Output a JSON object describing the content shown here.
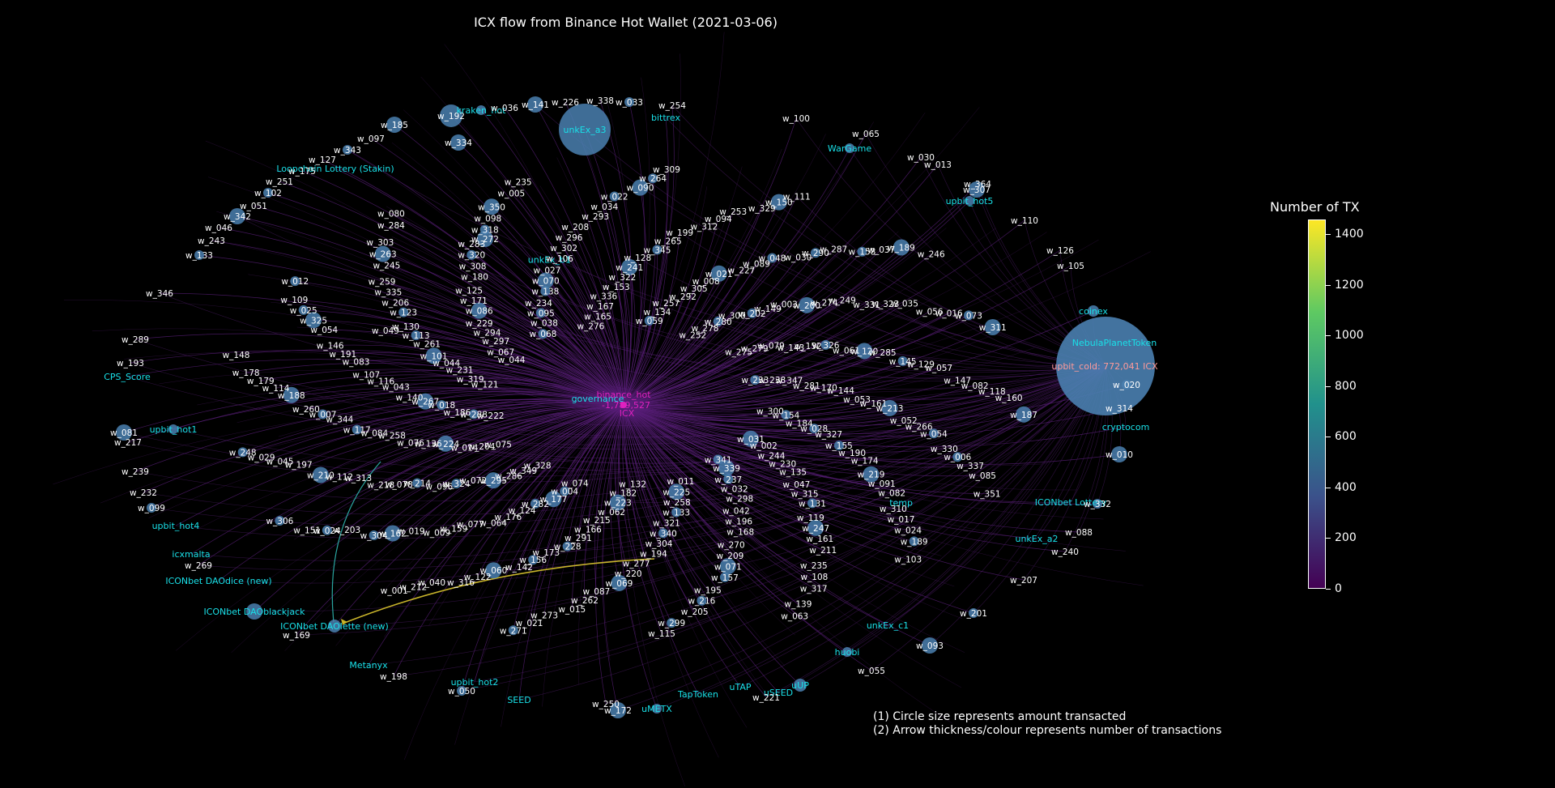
{
  "title": "ICX flow from Binance Hot Wallet (2021-03-06)",
  "colorbar": {
    "title": "Number of TX",
    "ticks": [
      "1400",
      "1200",
      "1000",
      "800",
      "600",
      "400",
      "200",
      "0"
    ],
    "gradient": [
      "#440154",
      "#3b528b",
      "#21918c",
      "#5ec962",
      "#fde725"
    ]
  },
  "legend": [
    "(1) Circle size represents amount transacted",
    "(2) Arrow thickness/colour represents number of transactions"
  ],
  "colors": {
    "edge": "#5a1f7a",
    "node": "#4a80b0",
    "named_label": "#19e0e8",
    "wallet_label": "#ffffff",
    "hub_label": "#e020c0",
    "cold_label": "#ff9a9a",
    "hot_edge": "#c8b42a",
    "teal_edge": "#2aa6a0"
  },
  "hub": {
    "name": "binance_hot",
    "amount": "-1,789,527",
    "unit": "ICX",
    "overlay": "governance"
  },
  "cold": {
    "name": "upbit_cold: 772,041 ICX",
    "overlay": "NebulaPlanetToken"
  },
  "nodes": [
    {
      "t": "unkEx_a3",
      "c": 1
    },
    {
      "t": "bittrex",
      "c": 1
    },
    {
      "t": "w_254"
    },
    {
      "t": "w_100"
    },
    {
      "t": "w_065"
    },
    {
      "t": "WarGame",
      "c": 1
    },
    {
      "t": "w_030"
    },
    {
      "t": "w_013"
    },
    {
      "t": "w_364"
    },
    {
      "t": "w_307"
    },
    {
      "t": "upbit_hot5",
      "c": 1
    },
    {
      "t": "w_110"
    },
    {
      "t": "w_126"
    },
    {
      "t": "w_105"
    },
    {
      "t": "coinex",
      "c": 1
    },
    {
      "t": "w_020"
    },
    {
      "t": "w_314"
    },
    {
      "t": "cryptocom",
      "c": 1
    },
    {
      "t": "w_010"
    },
    {
      "t": "ICONbet Lottery",
      "c": 1
    },
    {
      "t": "w_332"
    },
    {
      "t": "w_088"
    },
    {
      "t": "unkEx_a2",
      "c": 1
    },
    {
      "t": "w_240"
    },
    {
      "t": "w_207"
    },
    {
      "t": "w_201"
    },
    {
      "t": "unkEx_c1",
      "c": 1
    },
    {
      "t": "w_093"
    },
    {
      "t": "huobi",
      "c": 1
    },
    {
      "t": "w_055"
    },
    {
      "t": "uUP",
      "c": 1
    },
    {
      "t": "uSEED",
      "c": 1
    },
    {
      "t": "w_221"
    },
    {
      "t": "uTAP",
      "c": 1
    },
    {
      "t": "TapToken",
      "c": 1
    },
    {
      "t": "uMETX",
      "c": 1
    },
    {
      "t": "w_172"
    },
    {
      "t": "w_250"
    },
    {
      "t": "SEED",
      "c": 1
    },
    {
      "t": "upbit_hot2",
      "c": 1
    },
    {
      "t": "w_050"
    },
    {
      "t": "Metanyx",
      "c": 1
    },
    {
      "t": "w_198"
    },
    {
      "t": "ICONbet DAOlette (new)",
      "c": 1
    },
    {
      "t": "w_169"
    },
    {
      "t": "ICONbet DAOblackjack",
      "c": 1
    },
    {
      "t": "ICONbet DAOdice (new)",
      "c": 1
    },
    {
      "t": "w_269"
    },
    {
      "t": "icxmalta",
      "c": 1
    },
    {
      "t": "upbit_hot4",
      "c": 1
    },
    {
      "t": "w_099"
    },
    {
      "t": "w_232"
    },
    {
      "t": "w_239"
    },
    {
      "t": "w_217"
    },
    {
      "t": "w_081"
    },
    {
      "t": "upbit_hot1",
      "c": 1
    },
    {
      "t": "CPS_Score",
      "c": 1
    },
    {
      "t": "w_193"
    },
    {
      "t": "w_289"
    },
    {
      "t": "w_346"
    },
    {
      "t": "w_133"
    },
    {
      "t": "w_243"
    },
    {
      "t": "w_046"
    },
    {
      "t": "w_342"
    },
    {
      "t": "w_051"
    },
    {
      "t": "w_102"
    },
    {
      "t": "w_251"
    },
    {
      "t": "Loopchain Lottery (Stakin)",
      "c": 1
    },
    {
      "t": "w_175"
    },
    {
      "t": "w_127"
    },
    {
      "t": "w_343"
    },
    {
      "t": "w_097"
    },
    {
      "t": "w_185"
    },
    {
      "t": "w_192"
    },
    {
      "t": "w_334"
    },
    {
      "t": "kraken_hot",
      "c": 1
    },
    {
      "t": "w_036"
    },
    {
      "t": "w_141"
    },
    {
      "t": "w_226"
    },
    {
      "t": "w_338"
    },
    {
      "t": "w_033"
    },
    {
      "t": "w_272"
    },
    {
      "t": "w_049"
    },
    {
      "t": "unkEx_b1",
      "c": 1
    },
    {
      "t": "temp",
      "c": 1
    },
    {
      "t": "w_248"
    },
    {
      "t": "w_300"
    },
    {
      "t": "w_194"
    },
    {
      "t": "w_259"
    },
    {
      "t": "w_160"
    },
    {
      "t": "w_295"
    },
    {
      "t": "w_128"
    },
    {
      "t": "w_211"
    },
    {
      "t": "w_178"
    },
    {
      "t": "w_079"
    },
    {
      "t": "w_228"
    },
    {
      "t": "w_283"
    },
    {
      "t": "w_085"
    },
    {
      "t": "w_014"
    },
    {
      "t": "w_021"
    },
    {
      "t": "w_157"
    },
    {
      "t": "w_109"
    },
    {
      "t": "w_347"
    },
    {
      "t": "w_064"
    },
    {
      "t": "w_208"
    },
    {
      "t": "w_189"
    },
    {
      "t": "w_186"
    },
    {
      "t": "w_003"
    },
    {
      "t": "w_069"
    },
    {
      "t": "w_303"
    },
    {
      "t": "w_154"
    },
    {
      "t": "w_096"
    },
    {
      "t": "w_199"
    },
    {
      "t": "w_317"
    },
    {
      "t": "w_319"
    },
    {
      "t": "w_326"
    },
    {
      "t": "w_142"
    },
    {
      "t": "w_350"
    },
    {
      "t": "w_002"
    },
    {
      "t": "w_076"
    },
    {
      "t": "w_048"
    },
    {
      "t": "w_205"
    },
    {
      "t": "w_067"
    },
    {
      "t": "w_144"
    },
    {
      "t": "w_009"
    },
    {
      "t": "w_022"
    },
    {
      "t": "w_339"
    },
    {
      "t": "w_140"
    },
    {
      "t": "w_249"
    },
    {
      "t": "w_015"
    },
    {
      "t": "w_068"
    },
    {
      "t": "w_327"
    },
    {
      "t": "w_218"
    },
    {
      "t": "w_253"
    },
    {
      "t": "w_011"
    },
    {
      "t": "w_101"
    },
    {
      "t": "w_285"
    },
    {
      "t": "w_316"
    },
    {
      "t": "w_276"
    },
    {
      "t": "w_135"
    },
    {
      "t": "w_117"
    },
    {
      "t": "w_287"
    },
    {
      "t": "w_132"
    },
    {
      "t": "w_229"
    },
    {
      "t": "w_213"
    },
    {
      "t": "w_304"
    },
    {
      "t": "w_309"
    },
    {
      "t": "w_298"
    },
    {
      "t": "w_107"
    },
    {
      "t": "w_035"
    },
    {
      "t": "w_271"
    },
    {
      "t": "w_234"
    },
    {
      "t": "w_174"
    },
    {
      "t": "w_210"
    },
    {
      "t": "w_111"
    },
    {
      "t": "w_133"
    },
    {
      "t": "w_130"
    },
    {
      "t": "w_057"
    },
    {
      "t": "w_001"
    },
    {
      "t": "w_336"
    },
    {
      "t": "w_131"
    },
    {
      "t": "w_260"
    },
    {
      "t": "w_189"
    },
    {
      "t": "w_062"
    },
    {
      "t": "w_125"
    },
    {
      "t": "w_054"
    },
    {
      "t": "w_151"
    },
    {
      "t": "w_257"
    },
    {
      "t": "w_168"
    },
    {
      "t": "w_146"
    },
    {
      "t": "w_073"
    },
    {
      "t": "w_177"
    },
    {
      "t": "w_027"
    },
    {
      "t": "w_082"
    },
    {
      "t": "w_029"
    },
    {
      "t": "w_280"
    },
    {
      "t": "w_304"
    },
    {
      "t": "w_335"
    },
    {
      "t": "w_118"
    },
    {
      "t": "w_286"
    },
    {
      "t": "w_241"
    },
    {
      "t": "w_161"
    },
    {
      "t": "w_179"
    },
    {
      "t": "w_279"
    },
    {
      "t": "w_291"
    },
    {
      "t": "w_320"
    },
    {
      "t": "w_337"
    },
    {
      "t": "w_204"
    },
    {
      "t": "w_008"
    },
    {
      "t": "w_071"
    },
    {
      "t": "w_025"
    },
    {
      "t": "w_238"
    },
    {
      "t": "w_176"
    },
    {
      "t": "w_296"
    },
    {
      "t": "w_024"
    },
    {
      "t": "w_288"
    },
    {
      "t": "w_149"
    },
    {
      "t": "w_220"
    },
    {
      "t": "w_263"
    },
    {
      "t": "w_300"
    },
    {
      "t": "w_324"
    },
    {
      "t": "w_265"
    },
    {
      "t": "w_108"
    },
    {
      "t": "w_121"
    },
    {
      "t": "w_152"
    },
    {
      "t": "w_156"
    },
    {
      "t": "w_098"
    },
    {
      "t": "w_031"
    },
    {
      "t": "w_136"
    },
    {
      "t": "w_089"
    },
    {
      "t": "w_216"
    },
    {
      "t": "w_044"
    },
    {
      "t": "w_170"
    },
    {
      "t": "w_159"
    },
    {
      "t": "w_034"
    },
    {
      "t": "w_341"
    },
    {
      "t": "w_267"
    },
    {
      "t": "w_274"
    },
    {
      "t": "w_262"
    },
    {
      "t": "w_080"
    },
    {
      "t": "w_028"
    },
    {
      "t": "w_078"
    },
    {
      "t": "w_094"
    },
    {
      "t": "w_063"
    },
    {
      "t": "w_044"
    },
    {
      "t": "w_120"
    },
    {
      "t": "w_122"
    },
    {
      "t": "w_235"
    },
    {
      "t": "w_230"
    },
    {
      "t": "w_084"
    },
    {
      "t": "w_290"
    },
    {
      "t": "w_115"
    },
    {
      "t": "w_294"
    },
    {
      "t": "w_161"
    },
    {
      "t": "w_162"
    },
    {
      "t": "w_264"
    },
    {
      "t": "w_032"
    },
    {
      "t": "w_116"
    },
    {
      "t": "w_323"
    },
    {
      "t": "w_021"
    },
    {
      "t": "w_095"
    },
    {
      "t": "w_190"
    },
    {
      "t": "w_112"
    },
    {
      "t": "w_150"
    },
    {
      "t": "w_258"
    },
    {
      "t": "w_113"
    },
    {
      "t": "w_129"
    },
    {
      "t": "w_212"
    },
    {
      "t": "w_167"
    },
    {
      "t": "w_315"
    },
    {
      "t": "w_007"
    },
    {
      "t": "w_037"
    },
    {
      "t": "w_223"
    },
    {
      "t": "w_171"
    },
    {
      "t": "w_266"
    },
    {
      "t": "w_024"
    },
    {
      "t": "w_134"
    },
    {
      "t": "w_196"
    },
    {
      "t": "w_191"
    },
    {
      "t": "w_016"
    },
    {
      "t": "w_004"
    },
    {
      "t": "w_070"
    },
    {
      "t": "w_091"
    },
    {
      "t": "w_045"
    },
    {
      "t": "w_278"
    },
    {
      "t": "w_340"
    },
    {
      "t": "w_206"
    },
    {
      "t": "w_082"
    },
    {
      "t": "w_349"
    },
    {
      "t": "w_322"
    },
    {
      "t": "w_247"
    },
    {
      "t": "w_114"
    },
    {
      "t": "w_275"
    },
    {
      "t": "w_166"
    },
    {
      "t": "w_308"
    },
    {
      "t": "w_006"
    },
    {
      "t": "w_075"
    },
    {
      "t": "w_305"
    },
    {
      "t": "w_209"
    },
    {
      "t": "w_325"
    },
    {
      "t": "w_233"
    },
    {
      "t": "w_124"
    },
    {
      "t": "w_302"
    },
    {
      "t": "w_017"
    },
    {
      "t": "w_222"
    },
    {
      "t": "w_202"
    },
    {
      "t": "w_277"
    },
    {
      "t": "w_245"
    },
    {
      "t": "w_187"
    },
    {
      "t": "w_072"
    },
    {
      "t": "w_345"
    },
    {
      "t": "w_235"
    },
    {
      "t": "w_148"
    },
    {
      "t": "w_143"
    },
    {
      "t": "w_173"
    },
    {
      "t": "w_318"
    },
    {
      "t": "w_351"
    },
    {
      "t": "w_224"
    },
    {
      "t": "w_227"
    },
    {
      "t": "w_195"
    },
    {
      "t": "w_012"
    },
    {
      "t": "w_281"
    },
    {
      "t": "w_077"
    },
    {
      "t": "w_293"
    },
    {
      "t": "w_103"
    },
    {
      "t": "w_018"
    },
    {
      "t": "w_200"
    },
    {
      "t": "w_087"
    },
    {
      "t": "w_284"
    },
    {
      "t": "w_184"
    },
    {
      "t": "w_214"
    },
    {
      "t": "w_312"
    },
    {
      "t": "w_139"
    },
    {
      "t": "w_231"
    },
    {
      "t": "w_061"
    },
    {
      "t": "w_060"
    },
    {
      "t": "w_005"
    },
    {
      "t": "w_244"
    },
    {
      "t": "w_258"
    },
    {
      "t": "w_030"
    },
    {
      "t": "w_299"
    },
    {
      "t": "w_297"
    },
    {
      "t": "w_053"
    },
    {
      "t": "w_019"
    },
    {
      "t": "w_090"
    },
    {
      "t": "w_237"
    },
    {
      "t": "w_043"
    },
    {
      "t": "w_331"
    },
    {
      "t": "w_273"
    },
    {
      "t": "w_038"
    },
    {
      "t": "w_155"
    },
    {
      "t": "w_313"
    },
    {
      "t": "w_329"
    },
    {
      "t": "w_225"
    },
    {
      "t": "w_261"
    },
    {
      "t": "w_145"
    },
    {
      "t": "w_040"
    },
    {
      "t": "w_165"
    },
    {
      "t": "w_047"
    },
    {
      "t": "w_344"
    },
    {
      "t": "w_158"
    },
    {
      "t": "w_182"
    },
    {
      "t": "w_086"
    },
    {
      "t": "w_052"
    },
    {
      "t": "w_203"
    },
    {
      "t": "w_059"
    },
    {
      "t": "w_042"
    },
    {
      "t": "w_083"
    },
    {
      "t": "w_056"
    },
    {
      "t": "w_074"
    },
    {
      "t": "w_138"
    },
    {
      "t": "w_219"
    },
    {
      "t": "w_197"
    },
    {
      "t": "w_252"
    },
    {
      "t": "w_321"
    },
    {
      "t": "w_123"
    },
    {
      "t": "w_147"
    },
    {
      "t": "w_328"
    },
    {
      "t": "w_153"
    },
    {
      "t": "w_119"
    },
    {
      "t": "w_188"
    },
    {
      "t": "w_246"
    },
    {
      "t": "w_215"
    },
    {
      "t": "w_180"
    },
    {
      "t": "w_330"
    },
    {
      "t": "w_306"
    },
    {
      "t": "w_292"
    },
    {
      "t": "w_270"
    },
    {
      "t": "w_054"
    },
    {
      "t": "w_311"
    },
    {
      "t": "w_282"
    },
    {
      "t": "w_106"
    },
    {
      "t": "w_310"
    }
  ]
}
